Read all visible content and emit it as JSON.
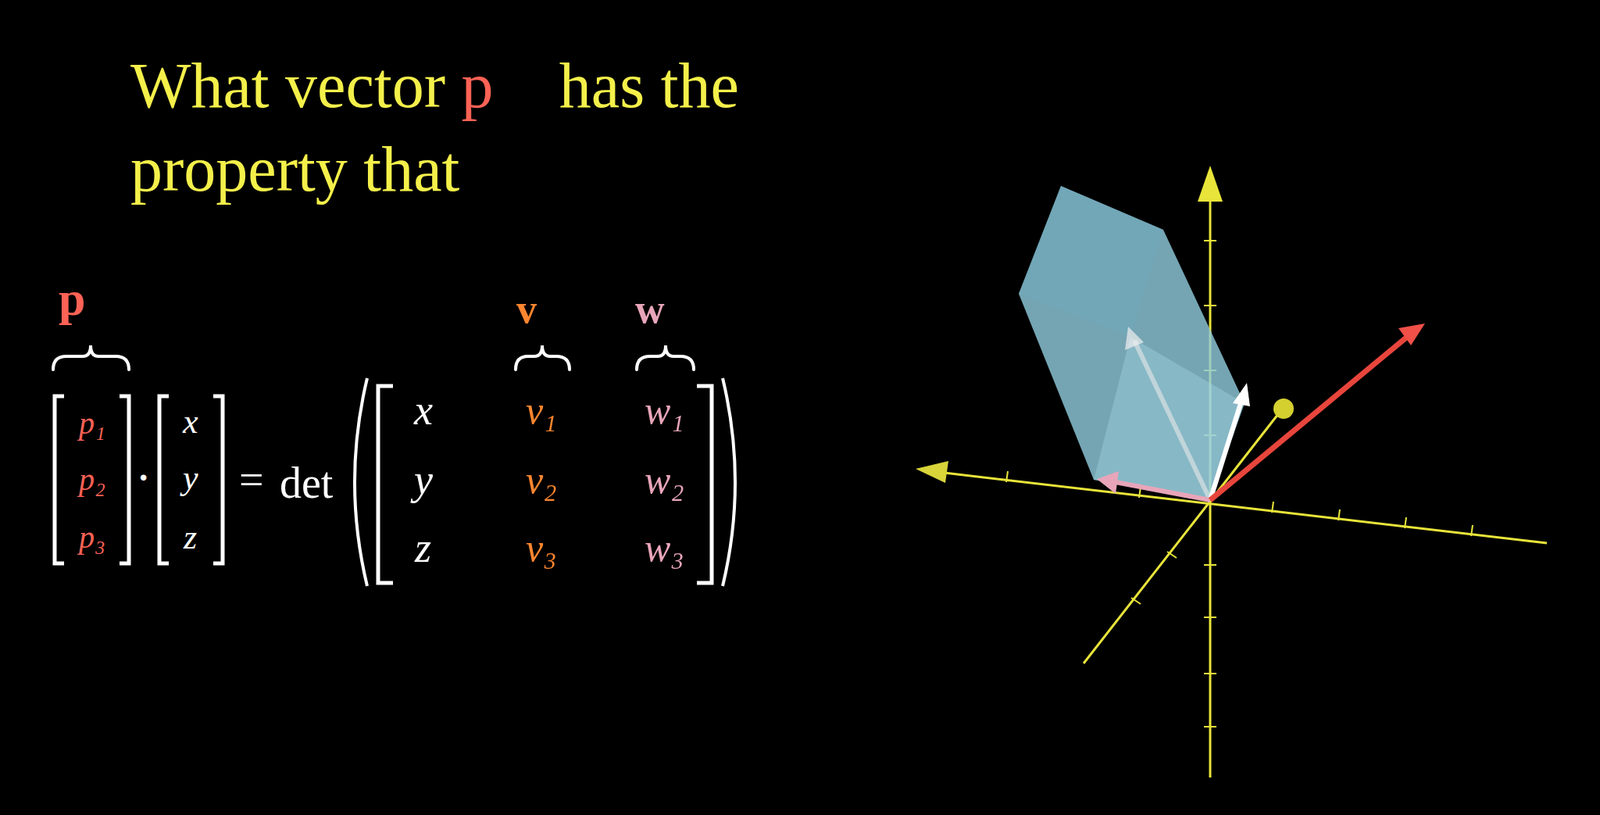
{
  "diagram": {
    "title": "What vector p⃗ has the property that",
    "labels": [
      "p⃗",
      "v⃗",
      "w⃗",
      "p₁",
      "p₂",
      "p₃",
      "·",
      "x",
      "y",
      "z",
      "=",
      "det",
      "x",
      "v₁",
      "w₁",
      "y",
      "v₂",
      "w₂",
      "z",
      "v₃",
      "w₃"
    ]
  }
}
